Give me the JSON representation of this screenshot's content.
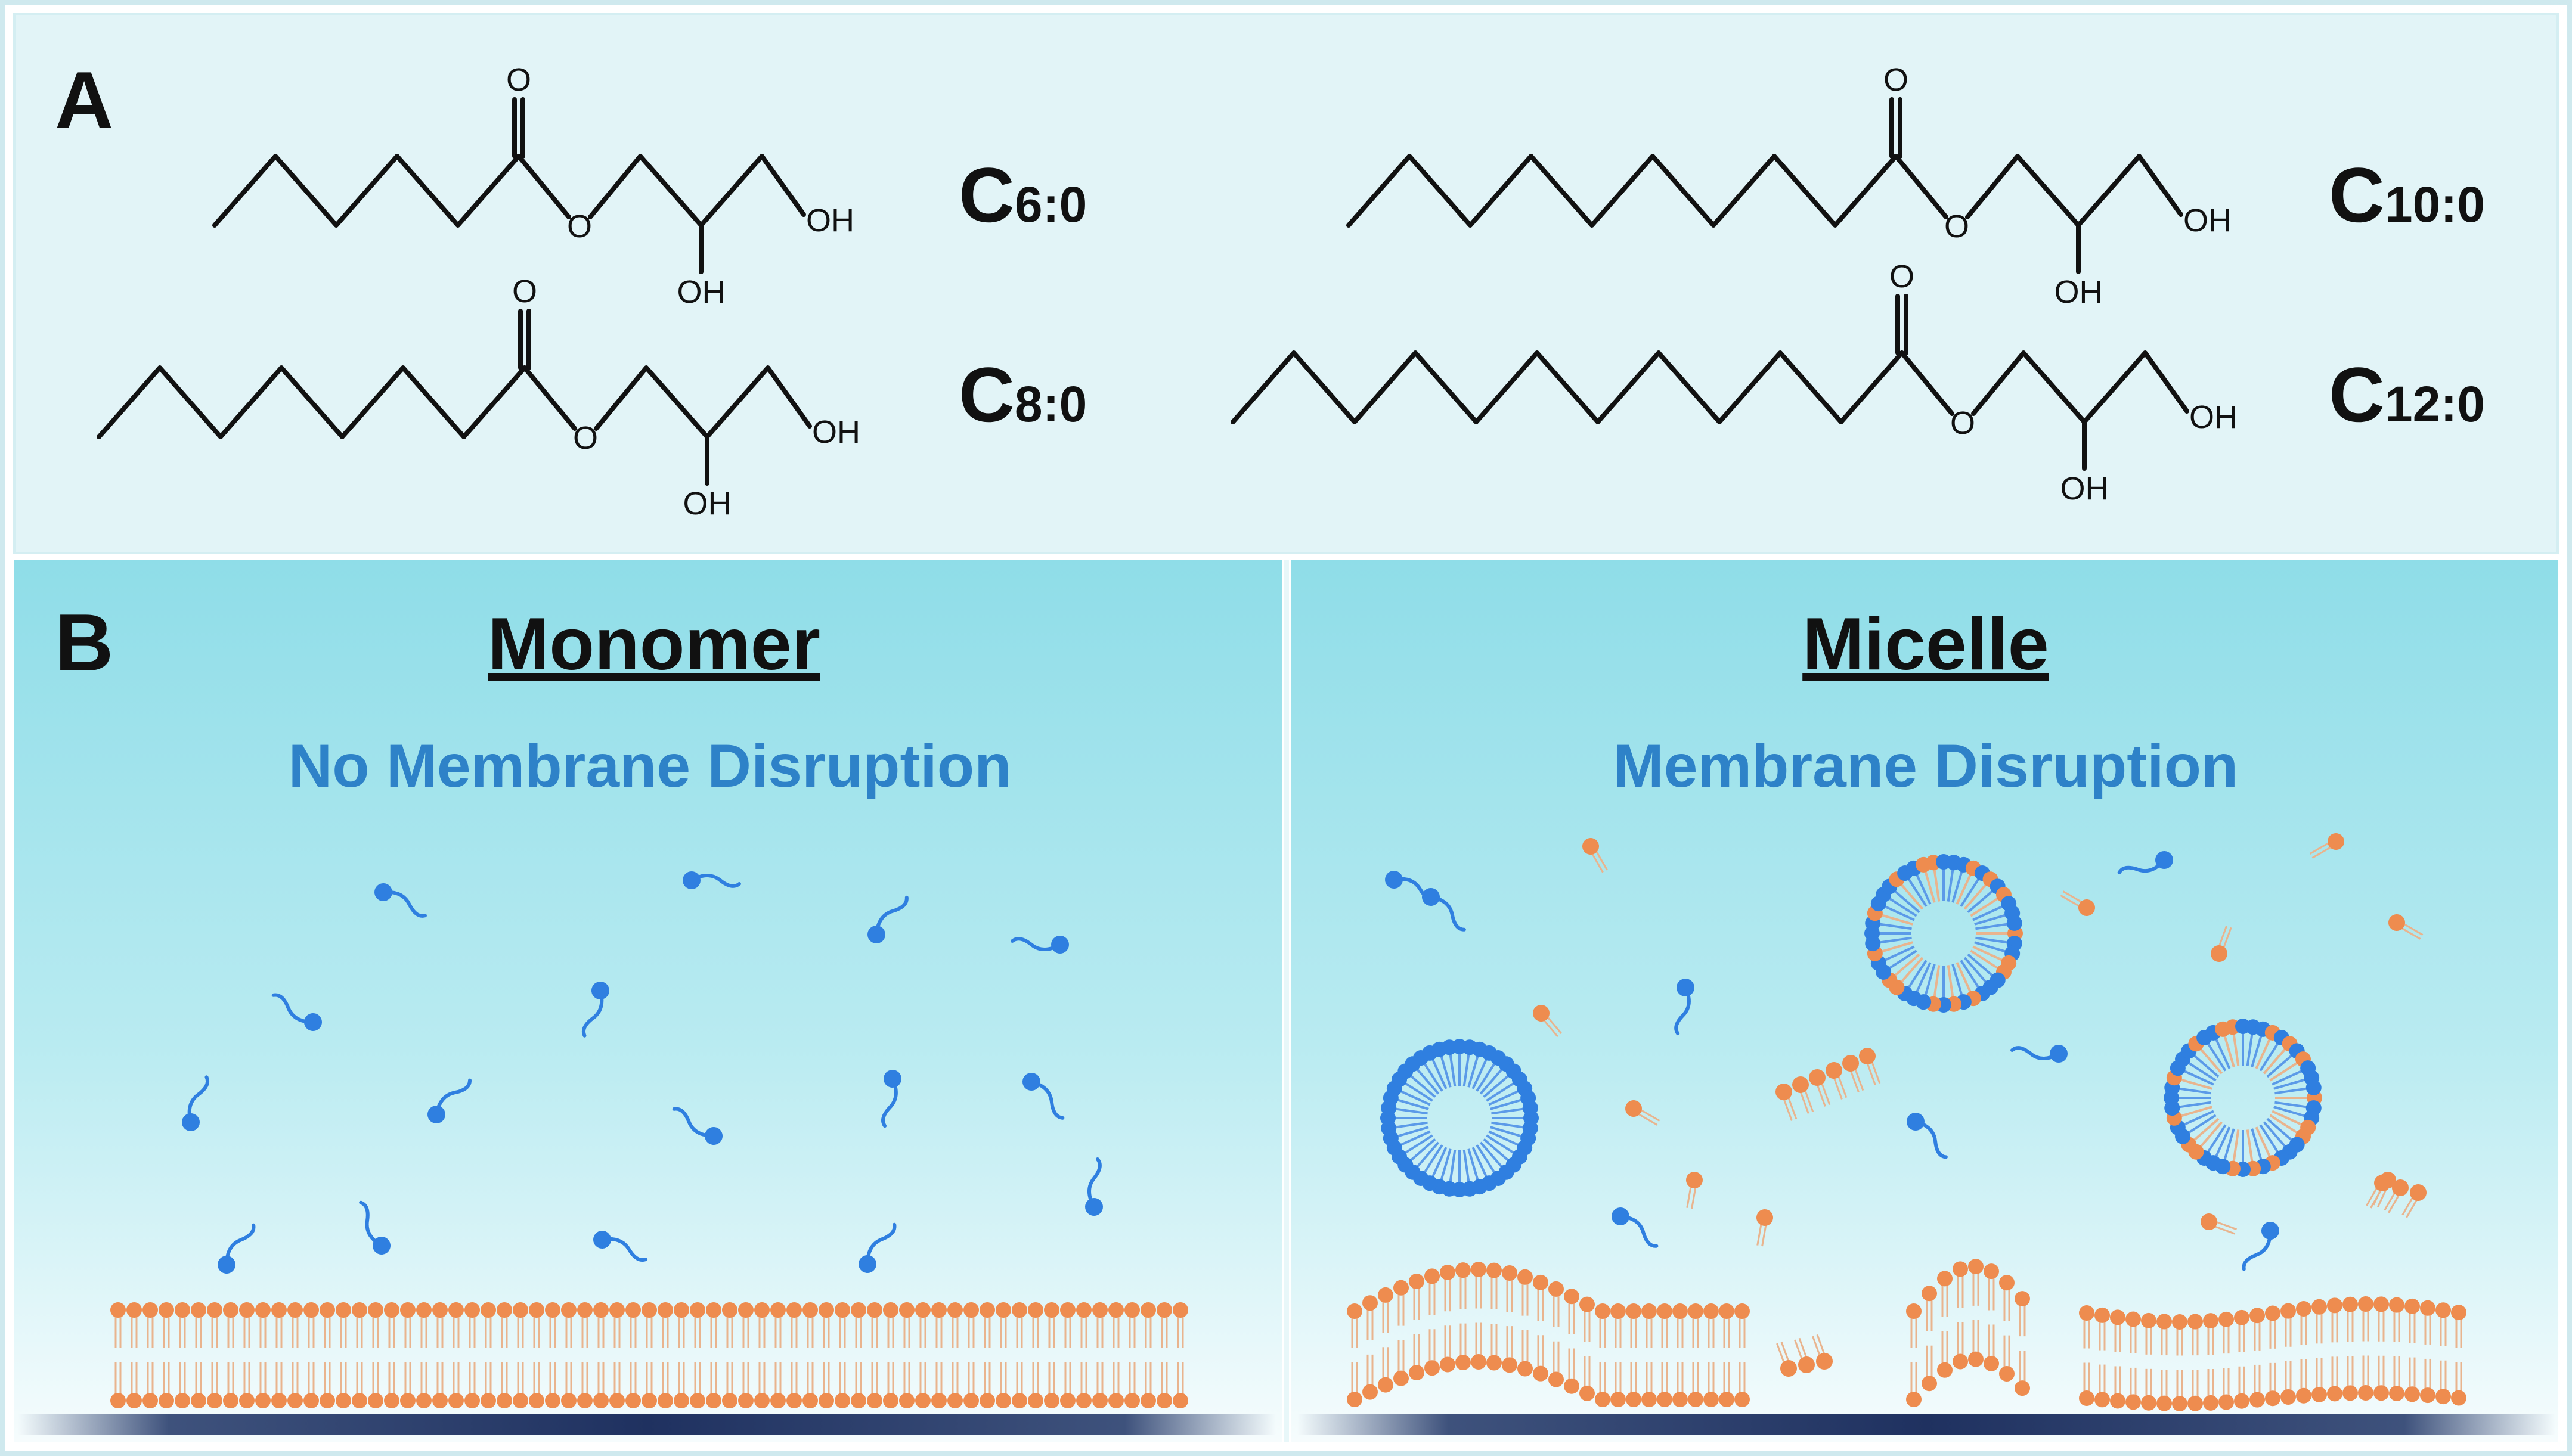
{
  "panel_a": {
    "label": "A",
    "molecules": [
      {
        "id": "c6",
        "carbons": 6,
        "label_main": "C",
        "label_sub": "6:0",
        "o_carbonyl": "O",
        "o_ester": "O",
        "oh_primary": "OH",
        "oh_secondary": "OH"
      },
      {
        "id": "c8",
        "carbons": 8,
        "label_main": "C",
        "label_sub": "8:0",
        "o_carbonyl": "O",
        "o_ester": "O",
        "oh_primary": "OH",
        "oh_secondary": "OH"
      },
      {
        "id": "c10",
        "carbons": 10,
        "label_main": "C",
        "label_sub": "10:0",
        "o_carbonyl": "O",
        "o_ester": "O",
        "oh_primary": "OH",
        "oh_secondary": "OH"
      },
      {
        "id": "c12",
        "carbons": 12,
        "label_main": "C",
        "label_sub": "12:0",
        "o_carbonyl": "O",
        "o_ester": "O",
        "oh_primary": "OH",
        "oh_secondary": "OH"
      }
    ]
  },
  "panel_b": {
    "label": "B",
    "left": {
      "title": "Monomer",
      "subtitle": "No Membrane Disruption"
    },
    "right": {
      "title": "Micelle",
      "subtitle": "Membrane Disruption"
    }
  },
  "colors": {
    "monomer_blue": "#2f7fe0",
    "lipid_orange": "#ee8c4f",
    "subtitle_blue": "#2e82c8",
    "panel_a_bg": "#e2f4f7",
    "panel_b_top": "#8fdde8",
    "panel_b_bottom": "#f6fcfd",
    "base_bar": "#2a3f6e"
  }
}
